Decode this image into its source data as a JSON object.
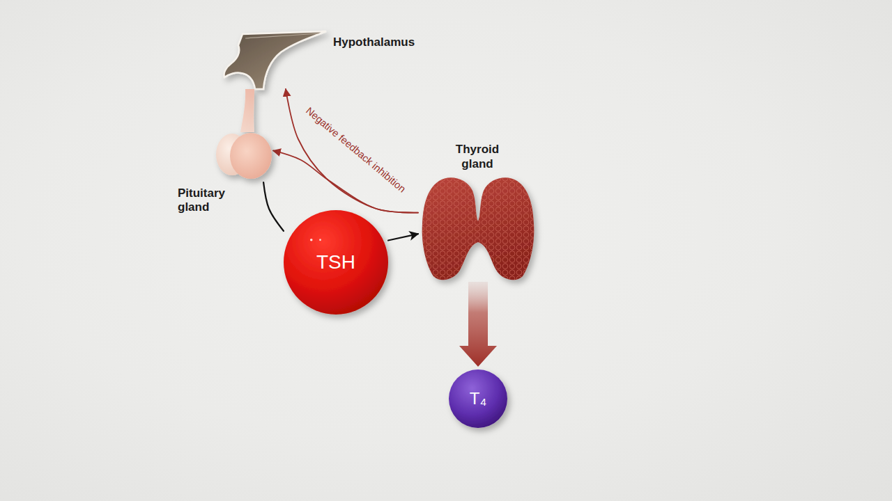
{
  "diagram": {
    "nodes": [
      {
        "text": [
          "Hypothalamus"
        ]
      },
      {
        "text": [
          "Thyroid gland"
        ]
      },
      {
        "text": [
          "Pituitary gland"
        ]
      },
      {
        "text": [
          "TSH"
        ]
      },
      {
        "text": [
          "T₄"
        ]
      }
    ],
    "edges": [
      {
        "from": 2,
        "to": 3,
        "arrow": "none"
      },
      {
        "from": 3,
        "to": 1,
        "arrow": "to"
      },
      {
        "from": 1,
        "to": 4,
        "arrow": "to"
      },
      {
        "from": 1,
        "to": 0,
        "arrow": "to",
        "label": "Negative feedback inhibition"
      },
      {
        "from": 1,
        "to": 2,
        "arrow": "to"
      }
    ]
  }
}
